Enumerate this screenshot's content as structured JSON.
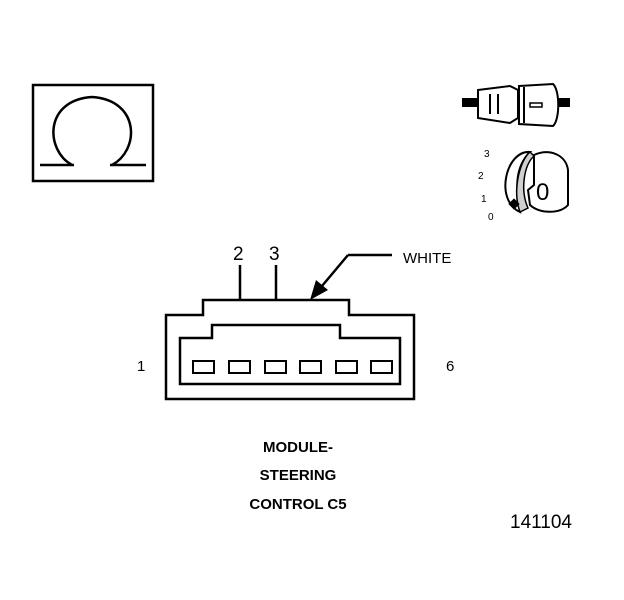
{
  "symbol": {
    "name": "ohm-icon",
    "glyph": "Ω"
  },
  "connector_icon": {
    "name": "connector-plug-icon"
  },
  "key_icon": {
    "name": "ignition-key-icon",
    "positions": [
      "3",
      "2",
      "1",
      "0"
    ],
    "key_label": "0"
  },
  "connector": {
    "pin_callouts": [
      "2",
      "3"
    ],
    "color_label": "WHITE",
    "left_pin": "1",
    "right_pin": "6",
    "cavity_count": 6
  },
  "caption": {
    "line1": "MODULE-",
    "line2": "STEERING",
    "line3": "CONTROL C5"
  },
  "figure_number": "141104",
  "colors": {
    "ink": "#000000",
    "background": "#ffffff",
    "icon_shade": "#d0d0d0"
  }
}
